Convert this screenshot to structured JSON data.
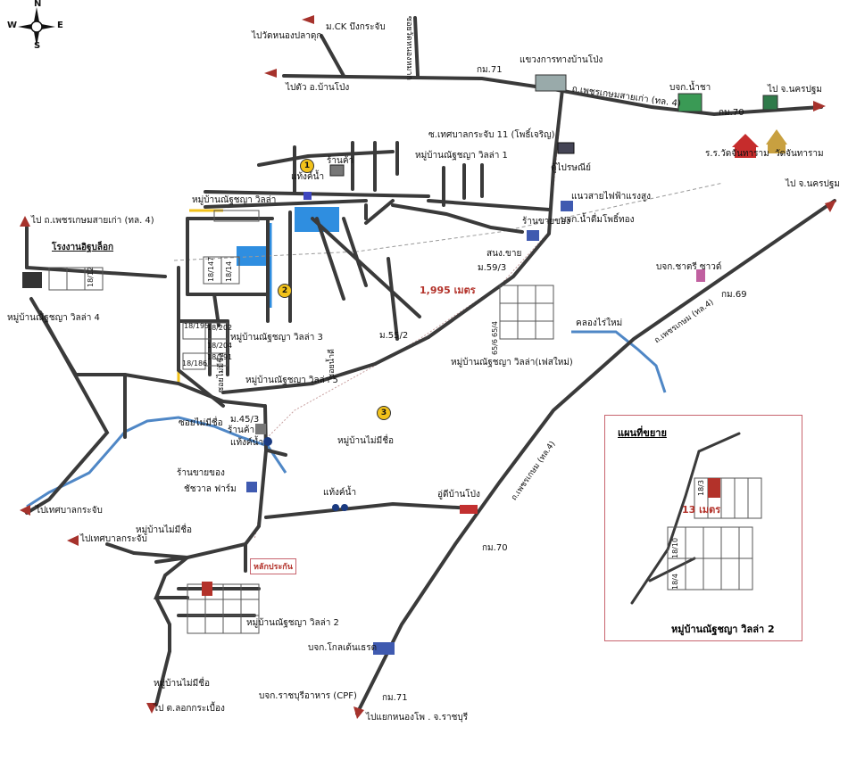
{
  "compass": {
    "n": "N",
    "s": "S",
    "e": "E",
    "w": "W"
  },
  "colors": {
    "road": "#3a3a3a",
    "river": "#4f87c6",
    "blue": "#2f8ee0",
    "yellow": "#f2c21a",
    "red_arrow": "#a6322c",
    "highlight": "#b3322a"
  },
  "labels": {
    "ck": "ม.CK บึงกระจับ",
    "wat_nongpla": "ไปวัดหนองปลาดุก",
    "soi_watnong": "ซอยวัดหนองหมาก",
    "km71_top": "กม.71",
    "highway_dept": "แขวงการทางบ้านโป่ง",
    "to_banpong": "ไปตัว อ.บ้านโป่ง",
    "old_petch": "ถ.เพชรเกษมสายเก่า (ทล. 4)",
    "bkk_namchai": "บจก.น้ำชา",
    "km70_top": "กม.70",
    "to_nakhon_top": "ไป จ.นครปฐม",
    "school": "ร.ร.วัดจันทาราม",
    "wat_chan": "วัดจันทาราม",
    "to_nakhon_mid": "ไป จ.นครปฐม",
    "kt11": "ซ.เทศบาลกระจับ 11 (โพธิ์เจริญ)",
    "village1": "หมู่บ้านณัฐชญา วิลล่า 1",
    "post_box": "ตู้ไปรษณีย์",
    "electric": "แนวสายไฟฟ้าแรงสูง",
    "water_tank_top": "แท้งค์น้ำ",
    "shop_top": "ร้านค้า",
    "village_top": "หมู่บ้านณัฐชญา วิลล่า",
    "to_old_petch_left": "ไป ถ.เพชรเกษมสายเก่า (ทล. 4)",
    "shop_kayong": "ร้านขายของ",
    "bkk_namdum": "บจก.น้ำดื่มโพธิ์ทอง",
    "snam": "สนง.ขาย",
    "m593": "ม.59/3",
    "factory": "โรงงานอิฐบล็อก",
    "b18_12": "18/12",
    "b18_147": "18/147",
    "b18_14": "18/14",
    "distance_main": "1,995 เมตร",
    "village4": "หมู่บ้านณัฐชญา วิลล่า 4",
    "b18_195": "18/195",
    "b18_202": "18/202",
    "b18_204": "18/204",
    "b18_186": "18/186",
    "b18_191": "18/191",
    "village3": "หมู่บ้านณัฐชญา วิลล่า 3",
    "m552": "ม.55/2",
    "village5": "หมู่บ้านณัฐชญา วิลล่า 5",
    "soi_namdi": "ซอยน้ำดี",
    "soi_mai_left": "ซอยไม่มีชื่อ",
    "m453": "ม.45/3",
    "shop_left": "ร้านค้า",
    "soi_mai_mid": "ซอยไม่มีชื่อ",
    "tank_left": "แท้งค์น้ำ",
    "village_phase": "หมู่บ้านณัฐชญา วิลล่า(เฟสใหม่)",
    "b65_4": "65/4",
    "b65_6": "65/6",
    "bkk_charlie": "บจก.ชาตรี ซาวด์",
    "km69": "กม.69",
    "canal": "คลองไร่ใหม่",
    "ph4_mid": "ถ.เพชรเกษม (ทล.4)",
    "noname3": "หมู่บ้านไม่มีชื่อ",
    "shop_charoen": "ร้านขายของ",
    "charoen_farm": "ชัชวาล ฟาร์ม",
    "tank_mid": "แท้งค์น้ำ",
    "post_banpong": "อู่ดีบ้านโป่ง",
    "km70_bot": "กม.70",
    "ph4_low": "ถ.เพชรเกษม (ทล.4)",
    "to_kt_left": "ไปเทศบาลกระจับ",
    "to_kt_left2": "ไปเทศบาลกระจับ",
    "noname_left": "หมู่บ้านไม่มีชื่อ",
    "landmark": "หลักประกัน",
    "village2": "หมู่บ้านณัฐชญา วิลล่า 2",
    "bkk_global": "บจก.โกลเด้นเธรด",
    "cpf": "บจก.ราชบุรีอาหาร (CPF)",
    "km71_bot": "กม.71",
    "to_nongpho": "ไปแยกหนองโพ . จ.ราชบุรี",
    "noname_bot": "หมู่บ้านไม่มีชื่อ",
    "to_talkra": "ไป ต.ลอกกระเบื้อง"
  },
  "markers": {
    "one": "1",
    "two": "2",
    "three": "3"
  },
  "inset": {
    "title": "แผนที่ขยาย",
    "dist": "13 เมตร",
    "b18_3": "18/3",
    "b18_10": "18/10",
    "b18_4": "18/4",
    "caption": "หมู่บ้านณัฐชญา วิลล่า 2"
  }
}
